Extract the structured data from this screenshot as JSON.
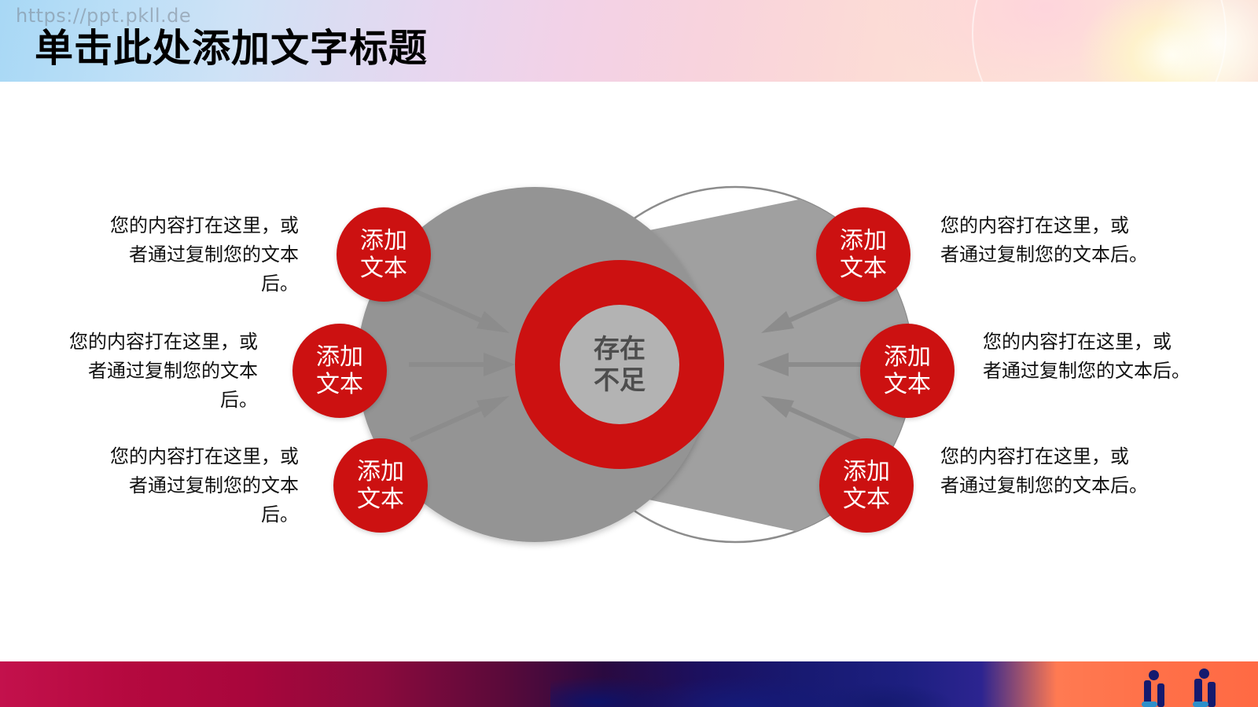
{
  "header": {
    "watermark": "https://ppt.pkll.de",
    "title": "单击此处添加文字标题"
  },
  "diagram": {
    "center": {
      "line1": "存在",
      "line2": "不足",
      "ring_color": "#cc1111",
      "inner_color": "#b3b3b3"
    },
    "colors": {
      "bubble_red": "#cc1111",
      "circle_gray": "#949494",
      "outline_gray": "#8c8c8c",
      "arrow_gray": "#8c8c8c",
      "text_dark": "#111111"
    },
    "bubbles": [
      {
        "id": "left-top",
        "line1": "添加",
        "line2": "文本"
      },
      {
        "id": "left-middle",
        "line1": "添加",
        "line2": "文本"
      },
      {
        "id": "left-bottom",
        "line1": "添加",
        "line2": "文本"
      },
      {
        "id": "right-top",
        "line1": "添加",
        "line2": "文本"
      },
      {
        "id": "right-middle",
        "line1": "添加",
        "line2": "文本"
      },
      {
        "id": "right-bottom",
        "line1": "添加",
        "line2": "文本"
      }
    ],
    "blurbs": [
      {
        "id": "left-top",
        "text": "您的内容打在这里，或\n者通过复制您的文本后。"
      },
      {
        "id": "left-middle",
        "text": "您的内容打在这里，或\n者通过复制您的文本后。"
      },
      {
        "id": "left-bottom",
        "text": "您的内容打在这里，或\n者通过复制您的文本后。"
      },
      {
        "id": "right-top",
        "text": "您的内容打在这里，或\n者通过复制您的文本后。"
      },
      {
        "id": "right-middle",
        "text": "您的内容打在这里，或\n者通过复制您的文本后。"
      },
      {
        "id": "right-bottom",
        "text": "您的内容打在这里，或\n者通过复制您的文本后。"
      }
    ]
  }
}
